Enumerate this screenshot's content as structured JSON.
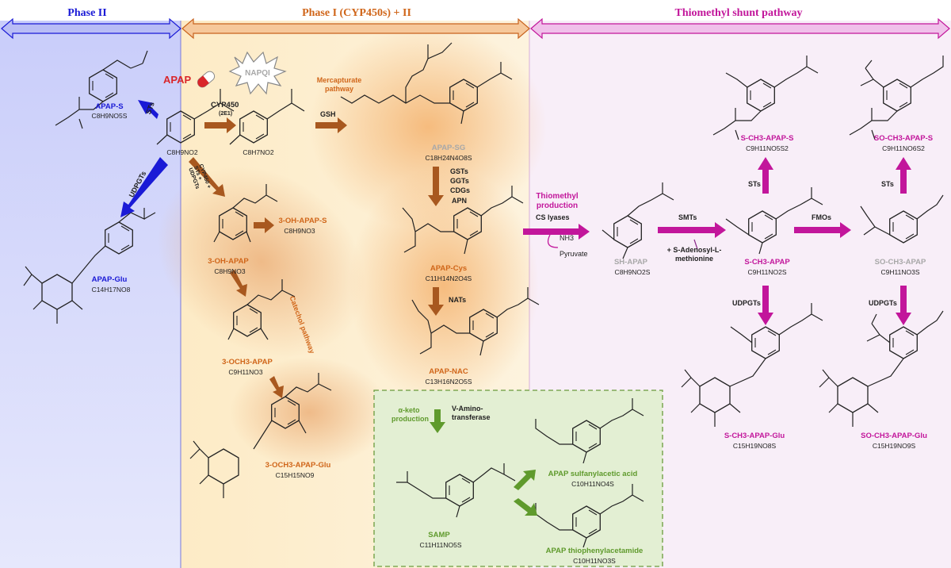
{
  "colors": {
    "phase2": "#1a1ad6",
    "phase1": "#d0661a",
    "thiomethyl": "#c2169b",
    "green": "#5f9a2c",
    "phase1_arrow": "#a8581f",
    "grey": "#a8a8a8"
  },
  "headers": {
    "phase2": "Phase II",
    "phase1": "Phase I (CYP450s) + II",
    "thiomethyl": "Thiomethyl shunt pathway"
  },
  "compounds": {
    "apap": {
      "name": "APAP",
      "formula": "C8H9NO2",
      "icon": "pill-icon"
    },
    "napqi": {
      "name": "NAPQI",
      "formula": "C8H7NO2"
    },
    "apap_s": {
      "name": "APAP-S",
      "formula": "C8H9NO5S"
    },
    "apap_glu": {
      "name": "APAP-Glu",
      "formula": "C14H17NO8"
    },
    "oh_apap": {
      "name": "3-OH-APAP",
      "formula": "C8H9NO3"
    },
    "oh_apap_s": {
      "name": "3-OH-APAP-S",
      "formula": "C8H9NO3"
    },
    "och3_apap": {
      "name": "3-OCH3-APAP",
      "formula": "C9H11NO3"
    },
    "och3_apap_glu": {
      "name": "3-OCH3-APAP-Glu",
      "formula": "C15H15NO9"
    },
    "apap_sg": {
      "name": "APAP-SG",
      "formula": "C18H24N4O8S"
    },
    "apap_cys": {
      "name": "APAP-Cys",
      "formula": "C11H14N2O4S"
    },
    "apap_nac": {
      "name": "APAP-NAC",
      "formula": "C13H16N2O5S"
    },
    "samp": {
      "name": "SAMP",
      "formula": "C11H11NO5S"
    },
    "sulfanylacetic": {
      "name": "APAP sulfanylacetic acid",
      "formula": "C10H11NO4S"
    },
    "thiophenylacetamide": {
      "name": "APAP thiophenylacetamide",
      "formula": "C10H11NO3S"
    },
    "sh_apap": {
      "name": "SH-APAP",
      "formula": "C8H9NO2S"
    },
    "sch3_apap": {
      "name": "S-CH3-APAP",
      "formula": "C9H11NO2S"
    },
    "sch3_apap_s": {
      "name": "S-CH3-APAP-S",
      "formula": "C9H11NO5S2"
    },
    "sch3_apap_glu": {
      "name": "S-CH3-APAP-Glu",
      "formula": "C15H19NO8S"
    },
    "soch3_apap": {
      "name": "SO-CH3-APAP",
      "formula": "C9H11NO3S"
    },
    "soch3_apap_s": {
      "name": "SO-CH3-APAP-S",
      "formula": "C9H11NO6S2"
    },
    "soch3_apap_glu": {
      "name": "SO-CH3-APAP-Glu",
      "formula": "C15H19NO9S"
    }
  },
  "enzymes": {
    "sts_left": "STs",
    "udpgts_left": "UDPGTs",
    "cyp450": "CYP450",
    "cyp_2e1": "(2E1)",
    "cyp_sts_udpgts": "CYP450 + STs + UDPGTs",
    "gsh": "GSH",
    "gsts": "GSTs",
    "ggts": "GGTs",
    "cdgs": "CDGs",
    "apn": "APN",
    "nats": "NATs",
    "cs_lyases": "CS lyases",
    "nh3": "NH3",
    "pyruvate": "Pyruvate",
    "smts": "SMTs",
    "sam": "+ S-Adenosyl-L-methionine",
    "fmos": "FMOs",
    "sts_mid": "STs",
    "sts_right": "STs",
    "udpgts_mid": "UDPGTs",
    "udpgts_right": "UDPGTs",
    "v_aminotransferase": "V-Amino-transferase"
  },
  "pathway_labels": {
    "mercapturate": "Mercapturate pathway",
    "catechol": "Catechol pathway",
    "thiomethyl_production": "Thiomethyl production",
    "alpha_keto": "α-keto production"
  }
}
